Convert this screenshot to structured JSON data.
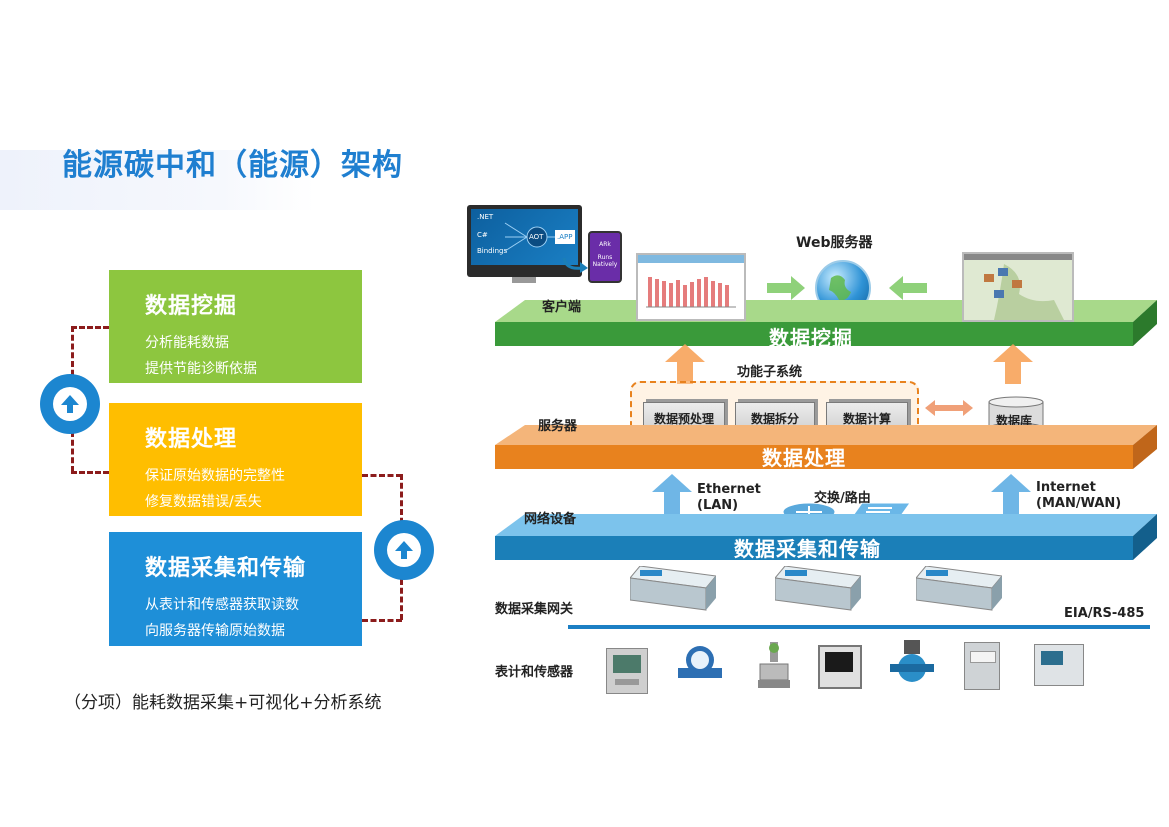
{
  "title": "能源碳中和（能源）架构",
  "cards": [
    {
      "heading": "数据挖掘",
      "lines": [
        "分析能耗数据",
        "提供节能诊断依据"
      ],
      "color": "#8dc63f"
    },
    {
      "heading": "数据处理",
      "lines": [
        "保证原始数据的完整性",
        "修复数据错误/丢失"
      ],
      "color": "#ffbe00"
    },
    {
      "heading": "数据采集和传输",
      "lines": [
        "从表计和传感器获取读数",
        "向服务器传输原始数据"
      ],
      "color": "#1e8fd8"
    }
  ],
  "caption": "（分项）能耗数据采集+可视化+分析系统",
  "diagram": {
    "monitor": {
      "net": ".NET",
      "cs": "C#",
      "bindings": "Bindings",
      "aot": "AOT",
      "app": ".APP"
    },
    "phone": {
      "line1": "ARk",
      "line2": "Runs",
      "line3": "Natively"
    },
    "web_server": "Web服务器",
    "client_label": "客户端",
    "mining_platform": "数据挖掘",
    "subsystem_label": "功能子系统",
    "server_label": "服务器",
    "modules": [
      "数据预处理",
      "数据拆分",
      "数据计算"
    ],
    "database": "数据库",
    "processing_platform": "数据处理",
    "network_label": "网络设备",
    "ethernet": [
      "Ethernet",
      "(LAN)"
    ],
    "switch_label": "交换/路由",
    "internet": [
      "Internet",
      "(MAN/WAN)"
    ],
    "collection_platform": "数据采集和传输",
    "gateway_label": "数据采集网关",
    "bus_label": "EIA/RS-485",
    "meters_label": "表计和传感器"
  },
  "colors": {
    "green": "#3a9a3a",
    "orange": "#e8821e",
    "blue": "#1b7fb8",
    "accent": "#1f7fd0"
  }
}
